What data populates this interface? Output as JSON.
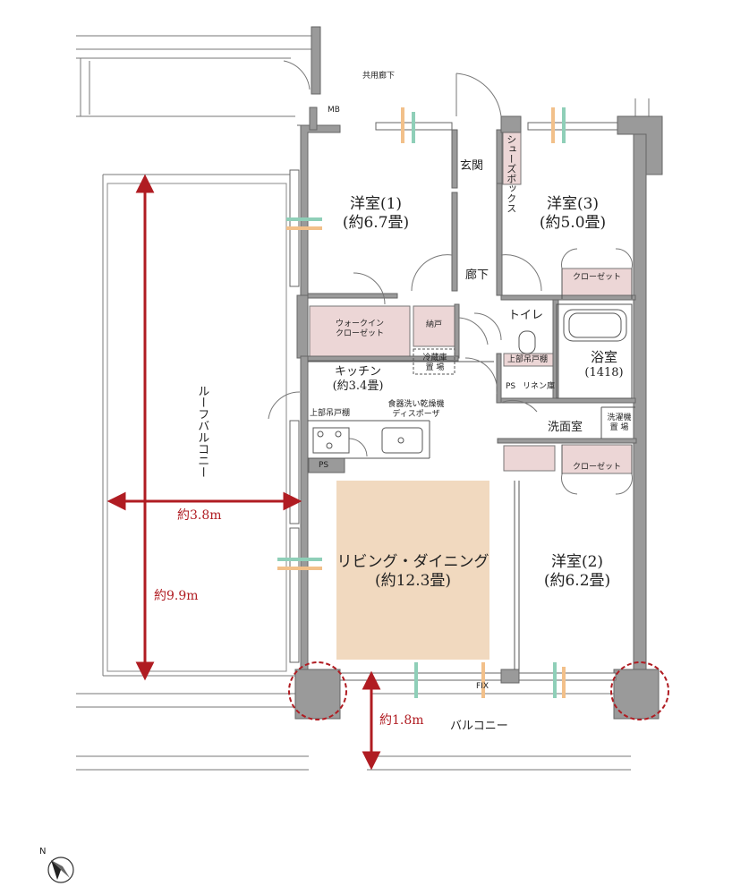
{
  "plan": {
    "rooms": {
      "western_room_1": {
        "name": "洋室(1)",
        "size": "(約6.7畳)"
      },
      "western_room_3": {
        "name": "洋室(3)",
        "size": "(約5.0畳)"
      },
      "western_room_2": {
        "name": "洋室(2)",
        "size": "(約6.2畳)"
      },
      "living_dining": {
        "name": "リビング・ダイニング",
        "size": "(約12.3畳)"
      },
      "kitchen": {
        "name": "キッチン",
        "size": "(約3.4畳)"
      },
      "bath": {
        "name": "浴室",
        "size": "(1418)"
      }
    },
    "labels": {
      "common_corridor": "共用廊下",
      "mb": "MB",
      "entrance": "玄関",
      "shoe_box": "シューズボックス",
      "hallway": "廊下",
      "toilet": "トイレ",
      "walk_in_closet_1": "ウォークイン",
      "walk_in_closet_2": "クローゼット",
      "storage": "納戸",
      "fridge_1": "冷蔵庫",
      "fridge_2": "置 場",
      "closet": "クローゼット",
      "upper_cabinet": "上部吊戸棚",
      "ps": "PS",
      "linen": "リネン庫",
      "washroom": "洗面室",
      "washer_1": "洗濯機",
      "washer_2": "置 場",
      "dishwasher": "食器洗い乾燥機",
      "disposer": "ディスポーザ",
      "roof_balcony": "ルーフバルコニー",
      "balcony": "バルコニー",
      "fix": "FIX"
    },
    "dimensions": {
      "roof_width": "約3.8m",
      "roof_depth": "約9.9m",
      "balcony_depth": "約1.8m"
    },
    "colors": {
      "wall": "#9a9a9a",
      "storage_fill": "#ecd6d6",
      "ldk_fill": "#f1d9bf",
      "dimension": "#b01c22"
    },
    "compass": "N"
  }
}
